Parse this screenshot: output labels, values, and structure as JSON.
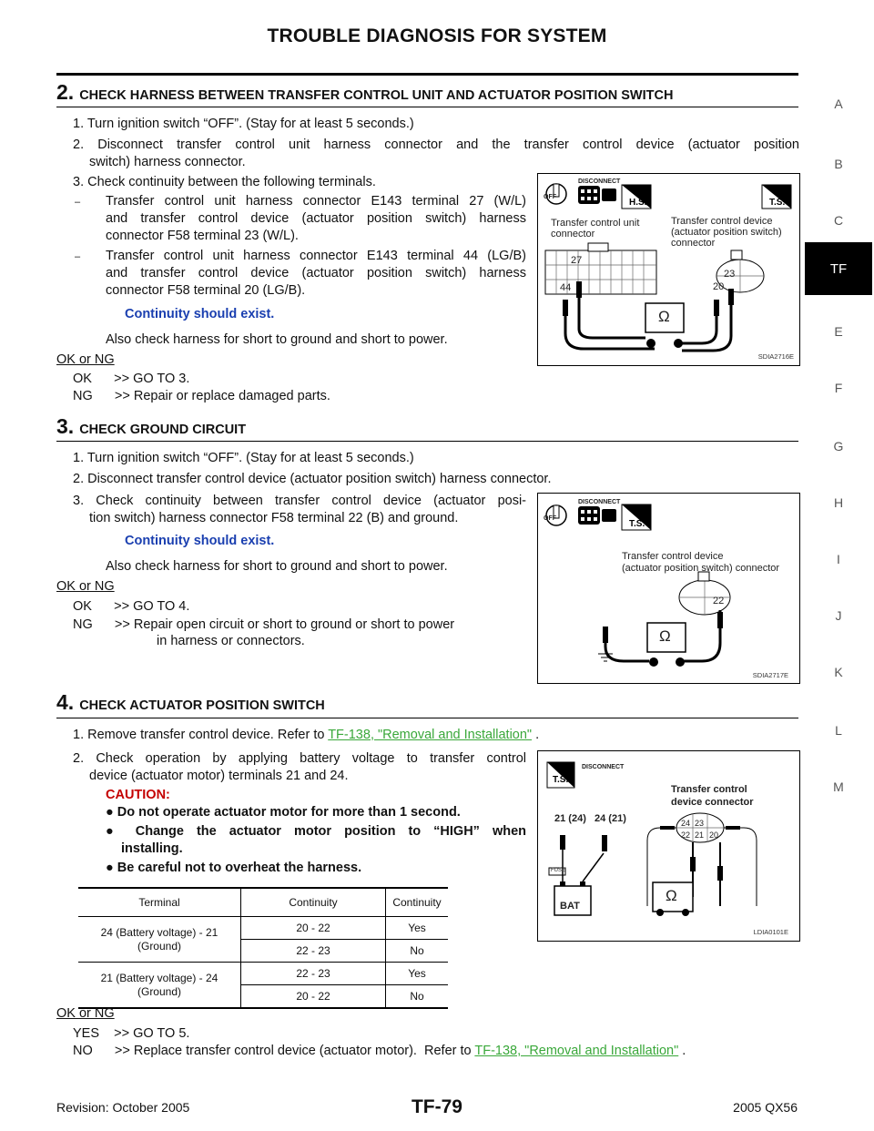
{
  "header": {
    "title": "TROUBLE DIAGNOSIS FOR SYSTEM"
  },
  "side_index": {
    "letters": [
      "A",
      "B",
      "C",
      "TF",
      "E",
      "F",
      "G",
      "H",
      "I",
      "J",
      "K",
      "L",
      "M"
    ]
  },
  "step2": {
    "num": "2.",
    "title": "CHECK HARNESS BETWEEN TRANSFER CONTROL UNIT AND ACTUATOR POSITION SWITCH",
    "s1": "1. Turn ignition switch “OFF”. (Stay for at least 5 seconds.)",
    "s2a": "2. Disconnect transfer control unit harness connector and the transfer control device (actuator position",
    "s2b": "switch) harness connector.",
    "s3": "3. Check continuity between the following terminals.",
    "dash": "–",
    "b1a": "Transfer control unit harness connector E143 terminal 27 (W/L)",
    "b1b": "and transfer control device (actuator position switch) harness",
    "b1c": "connector F58 terminal 23 (W/L).",
    "b2a": "Transfer control unit harness connector E143 terminal 44 (LG/B)",
    "b2b": "and transfer control device (actuator position switch) harness",
    "b2c": "connector F58 terminal 20 (LG/B).",
    "spec": "Continuity should exist.",
    "also": "Also check harness for short to ground and short to power.",
    "okng": "OK or NG",
    "ok": "OK      >> GO TO 3.",
    "ng": "NG      >> Repair or replace damaged parts.",
    "fig": {
      "disconnect": "DISCONNECT",
      "off": "OFF",
      "hs": "H.S.",
      "ts": "T.S.",
      "lbl_l1": "Transfer control unit",
      "lbl_l2": "connector",
      "lbl_r1": "Transfer control device",
      "lbl_r2": "(actuator position switch)",
      "lbl_r3": "connector",
      "t27": "27",
      "t44": "44",
      "t23": "23",
      "t20": "20",
      "ohm": "Ω",
      "code": "SDIA2716E"
    }
  },
  "step3": {
    "num": "3.",
    "title": "CHECK GROUND CIRCUIT",
    "s1": "1. Turn ignition switch “OFF”. (Stay for at least 5 seconds.)",
    "s2": "2. Disconnect transfer control device (actuator position switch) harness connector.",
    "s3a": "3. Check continuity between transfer control device (actuator posi-",
    "s3b": "tion switch) harness connector F58 terminal 22 (B) and ground.",
    "spec": "Continuity should exist.",
    "also": "Also check harness for short to ground and short to power.",
    "okng": "OK or NG",
    "ok": "OK      >> GO TO 4.",
    "nga": "NG      >> Repair open circuit or short to ground or short to power",
    "ngb": "in harness or connectors.",
    "fig": {
      "disconnect": "DISCONNECT",
      "off": "OFF",
      "ts": "T.S.",
      "lbl1": "Transfer control device",
      "lbl2": "(actuator position switch) connector",
      "t22": "22",
      "ohm": "Ω",
      "code": "SDIA2717E"
    }
  },
  "step4": {
    "num": "4.",
    "title": "CHECK ACTUATOR POSITION SWITCH",
    "s1_pre": "1. Remove transfer control device. Refer to ",
    "s1_link": "TF-138, \"Removal and Installation\"",
    "s1_post": " .",
    "s2a": "2. Check operation by applying battery voltage to transfer control",
    "s2b": "device (actuator motor) terminals 21 and 24.",
    "caution": "CAUTION:",
    "c1": "Do not operate actuator motor for more than 1 second.",
    "c2a": "Change the actuator motor position to “HIGH” when",
    "c2b": "installing.",
    "c3": "Be careful not to overheat the harness.",
    "table": {
      "headers": [
        "Terminal",
        "Continuity",
        "Continuity"
      ],
      "rows": [
        {
          "terminal": "24 (Battery voltage) - 21 (Ground)",
          "a": "20 - 22",
          "b": "Yes"
        },
        {
          "terminal": "",
          "a": "22 - 23",
          "b": "No"
        },
        {
          "terminal": "21 (Battery voltage) - 24 (Ground)",
          "a": "22 - 23",
          "b": "Yes"
        },
        {
          "terminal": "",
          "a": "20 - 22",
          "b": "No"
        }
      ]
    },
    "okng": "OK or NG",
    "yes": "YES    >> GO TO 5.",
    "no_pre": "NO      >> Replace transfer control device (actuator motor).  Refer to ",
    "no_link": "TF-138, \"Removal and Installation\"",
    "no_post": " .",
    "fig": {
      "ts": "T.S.",
      "disconnect": "DISCONNECT",
      "lbl1": "Transfer control",
      "lbl2": "device connector",
      "v1": "21 (24)",
      "v2": "24 (21)",
      "fuse": "FUSE",
      "bat": "BAT",
      "t24": "24",
      "t23": "23",
      "t22": "22",
      "t21": "21",
      "t20": "20",
      "ohm": "Ω",
      "code": "LDIA0101E"
    }
  },
  "footer": {
    "revision": "Revision: October 2005",
    "page": "TF-79",
    "model": "2005 QX56"
  }
}
